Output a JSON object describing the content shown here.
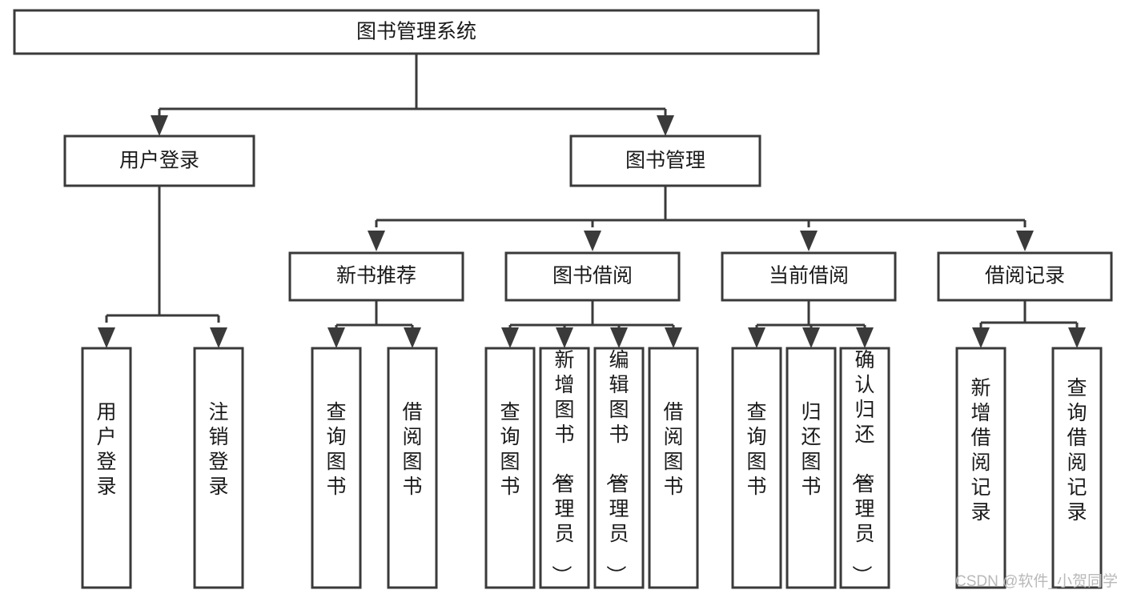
{
  "diagram": {
    "title": "图书管理系统",
    "type": "tree-hierarchy-diagram",
    "colors": {
      "stroke": "#3a3a3a",
      "box_fill": "#ffffff",
      "text": "#1a1a1a",
      "background": "#ffffff",
      "watermark": "#b9b9b9"
    },
    "root": {
      "label": "图书管理系统"
    },
    "level2": [
      {
        "label": "用户登录"
      },
      {
        "label": "图书管理"
      }
    ],
    "level3": [
      {
        "label": "新书推荐"
      },
      {
        "label": "图书借阅"
      },
      {
        "label": "当前借阅"
      },
      {
        "label": "借阅记录"
      }
    ],
    "leaves": {
      "user_login": [
        {
          "label": "用户登录"
        },
        {
          "label": "注销登录"
        }
      ],
      "new_book_recommend": [
        {
          "label": "查询图书"
        },
        {
          "label": "借阅图书"
        }
      ],
      "book_borrow": [
        {
          "label": "查询图书"
        },
        {
          "label": "新增图书（管理员）"
        },
        {
          "label": "编辑图书（管理员）"
        },
        {
          "label": "借阅图书"
        }
      ],
      "current_borrow": [
        {
          "label": "查询图书"
        },
        {
          "label": "归还图书"
        },
        {
          "label": "确认归还（管理员）"
        }
      ],
      "borrow_record": [
        {
          "label": "新增借阅记录"
        },
        {
          "label": "查询借阅记录"
        }
      ]
    }
  },
  "watermark": {
    "text": "CSDN @软件_小贺同学"
  }
}
